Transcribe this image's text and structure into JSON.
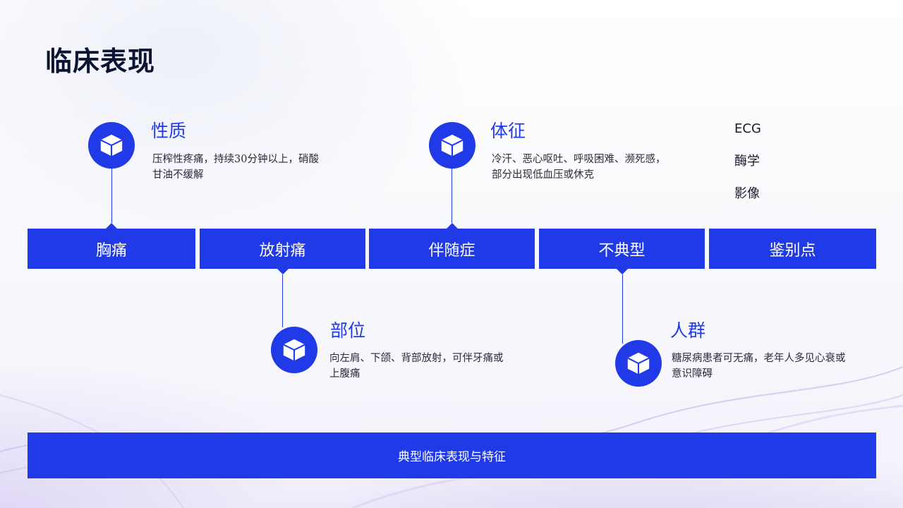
{
  "title": "临床表现",
  "bars": [
    "胸痛",
    "放射痛",
    "伴随症",
    "不典型",
    "鉴别点"
  ],
  "cards": [
    {
      "title": "性质",
      "desc": "压榨性疼痛，持续30分钟以上，硝酸甘油不缓解",
      "icon": "cube-icon"
    },
    {
      "title": "部位",
      "desc": "向左肩、下颌、背部放射，可伴牙痛或上腹痛",
      "icon": "cube-icon"
    },
    {
      "title": "体征",
      "desc": "冷汗、恶心呕吐、呼吸困难、濒死感，部分出现低血压或休克",
      "icon": "cube-icon"
    },
    {
      "title": "人群",
      "desc": "糖尿病患者可无痛，老年人多见心衰或意识障碍",
      "icon": "cube-icon"
    }
  ],
  "side_items": [
    "ECG",
    "酶学",
    "影像"
  ],
  "footer": "典型临床表现与特征",
  "colors": {
    "accent": "#1f3ae6",
    "title": "#0b1533"
  }
}
